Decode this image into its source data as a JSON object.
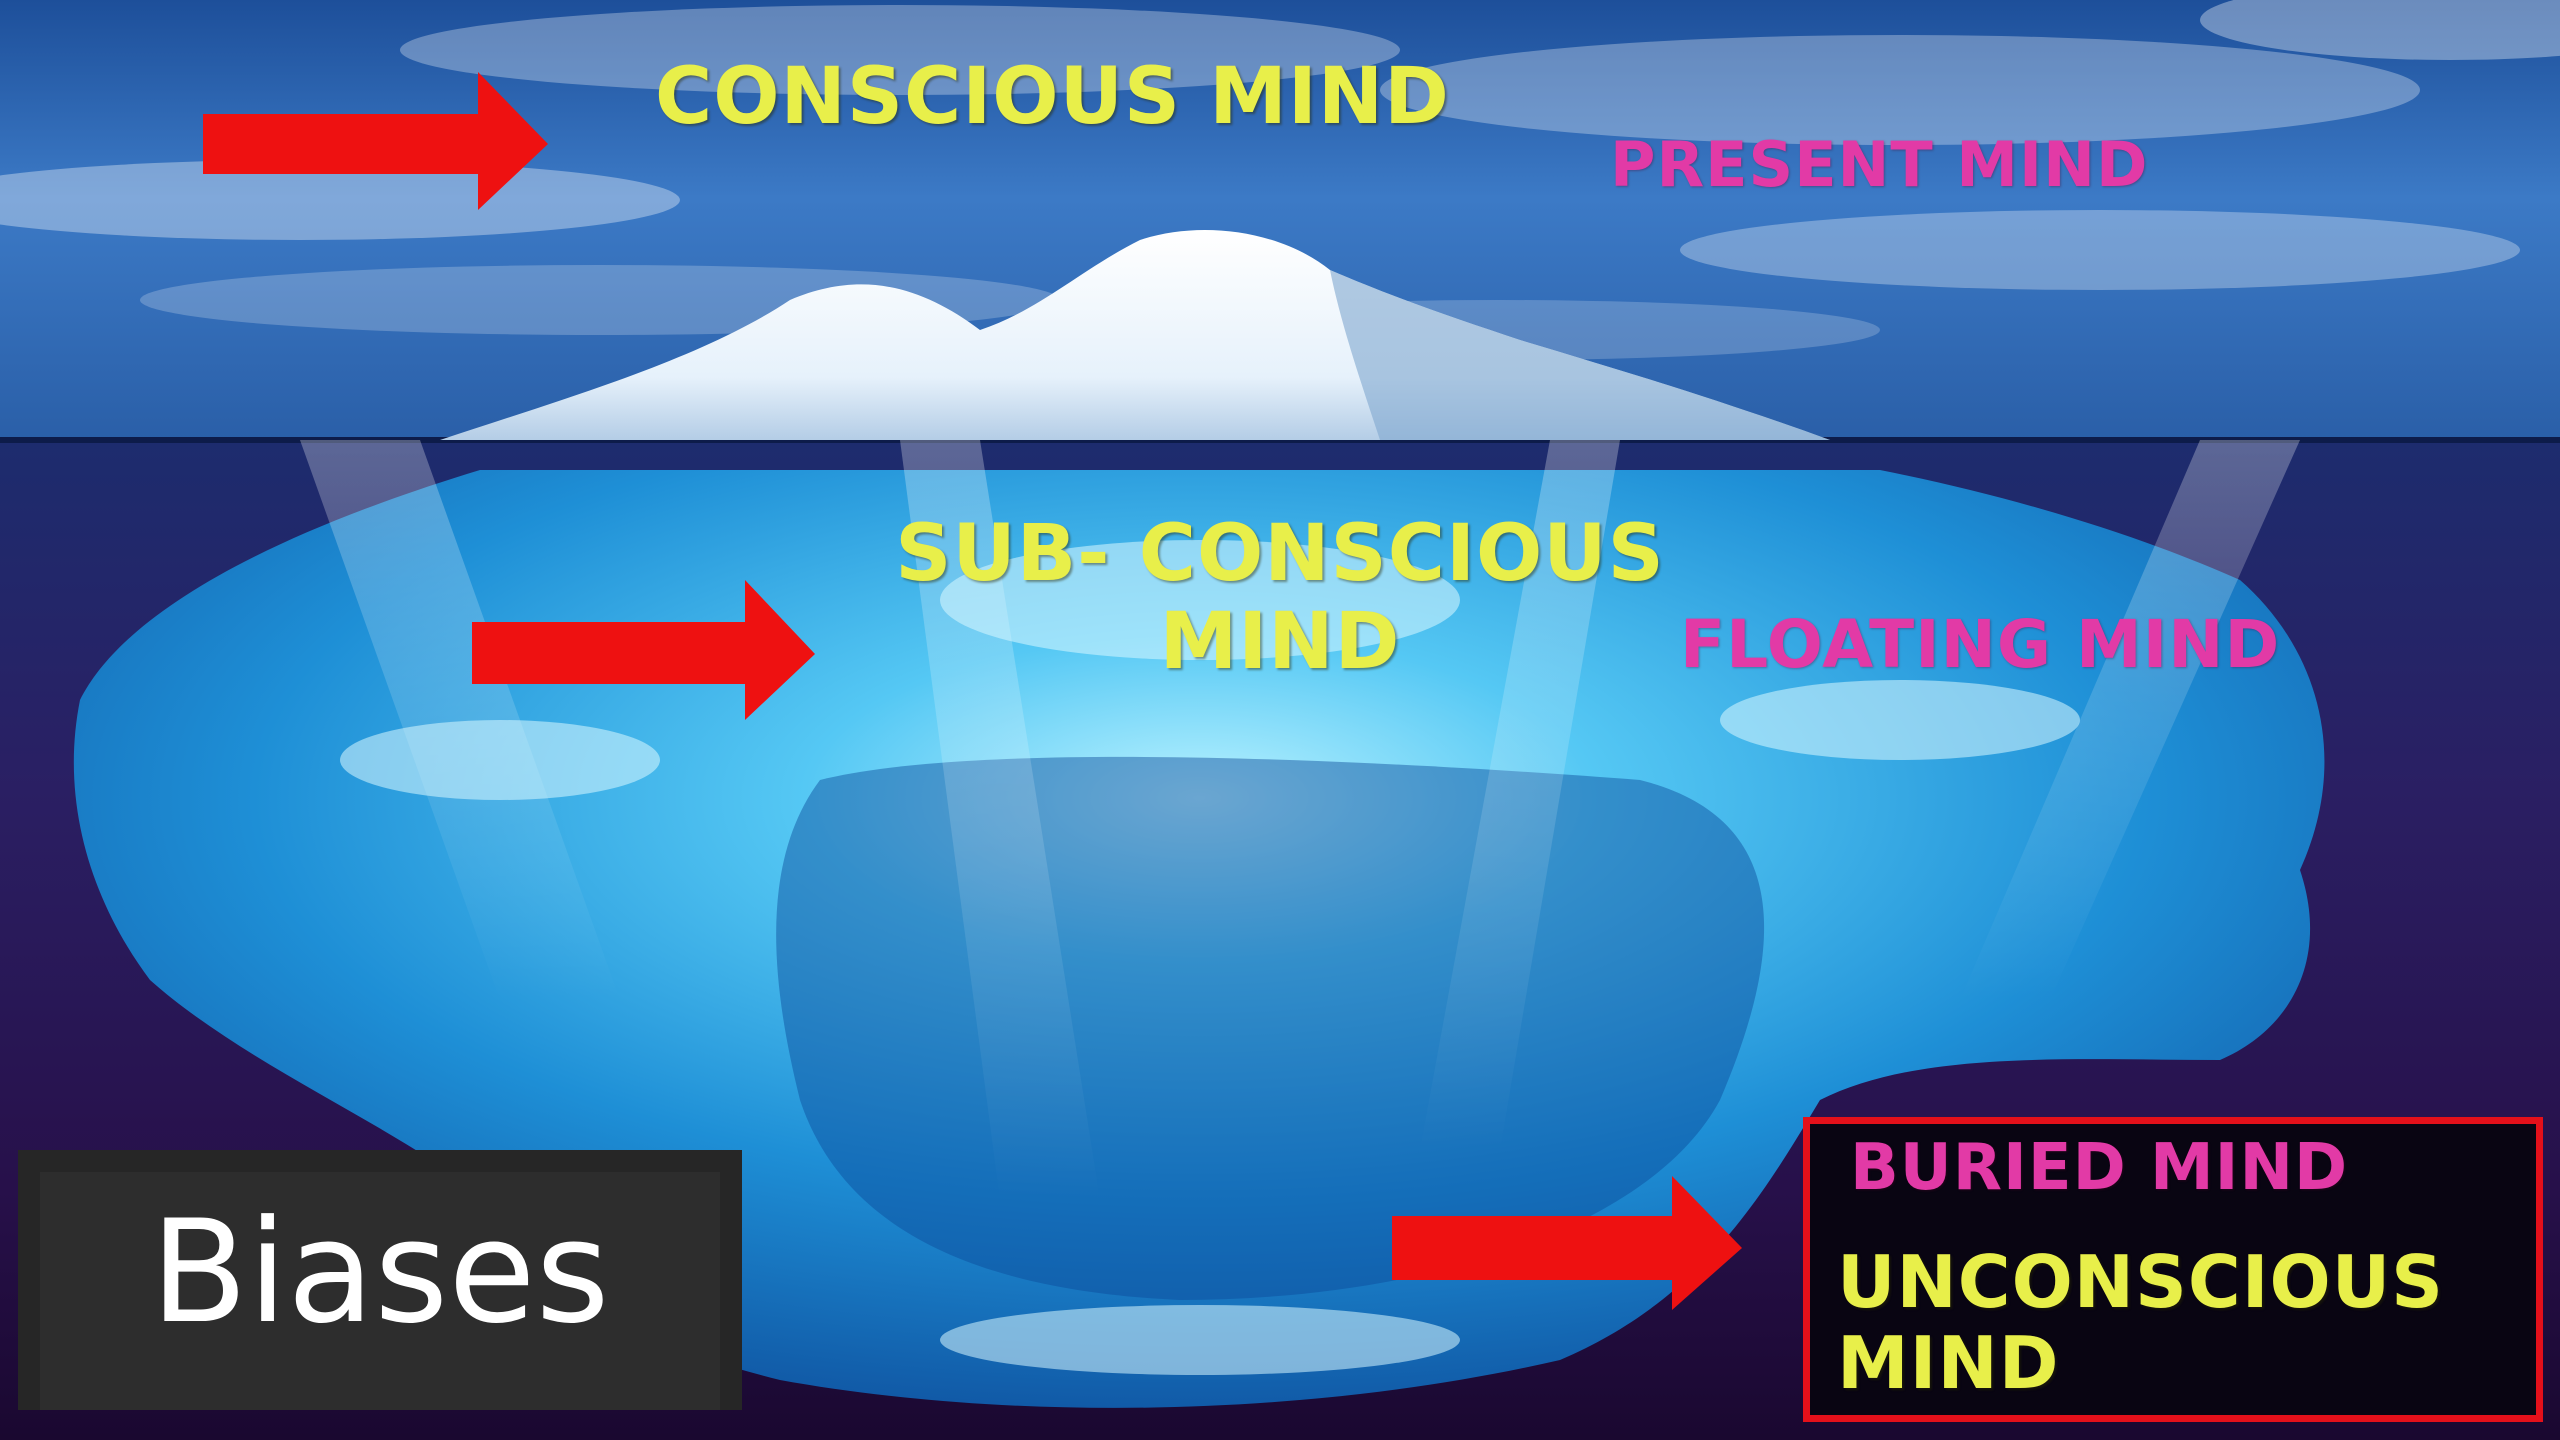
{
  "layers": {
    "conscious": {
      "title": "CONSCIOUS MIND",
      "alias": "PRESENT MIND"
    },
    "subconscious": {
      "title": "SUB- CONSCIOUS MIND",
      "alias": "FLOATING MIND"
    },
    "unconscious": {
      "title": "UNCONSCIOUS MIND",
      "alias": "BURIED MIND"
    }
  },
  "caption": "Biases",
  "colors": {
    "title_text": "#e8ef4a",
    "alias_text": "#e23aa6",
    "arrow": "#ee1111",
    "highlight_border": "#e4101a",
    "caption_bg": "#2d2d2d",
    "caption_text": "#ffffff"
  }
}
